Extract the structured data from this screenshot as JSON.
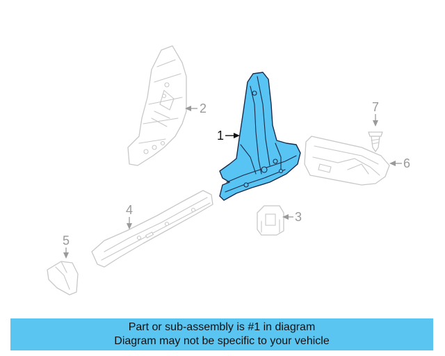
{
  "diagram": {
    "callouts": [
      {
        "id": "1",
        "label": "1",
        "highlighted": true
      },
      {
        "id": "2",
        "label": "2",
        "highlighted": false
      },
      {
        "id": "3",
        "label": "3",
        "highlighted": false
      },
      {
        "id": "4",
        "label": "4",
        "highlighted": false
      },
      {
        "id": "5",
        "label": "5",
        "highlighted": false
      },
      {
        "id": "6",
        "label": "6",
        "highlighted": false
      },
      {
        "id": "7",
        "label": "7",
        "highlighted": false
      }
    ],
    "colors": {
      "highlight_fill": "#58c4f3",
      "highlight_outline": "#1a2a48",
      "ghost_outline": "#c8c8c8",
      "banner_background": "#5bc5f2"
    }
  },
  "banner": {
    "line1": "Part or sub-assembly is #1 in diagram",
    "line2": "Diagram may not be specific to your vehicle"
  }
}
